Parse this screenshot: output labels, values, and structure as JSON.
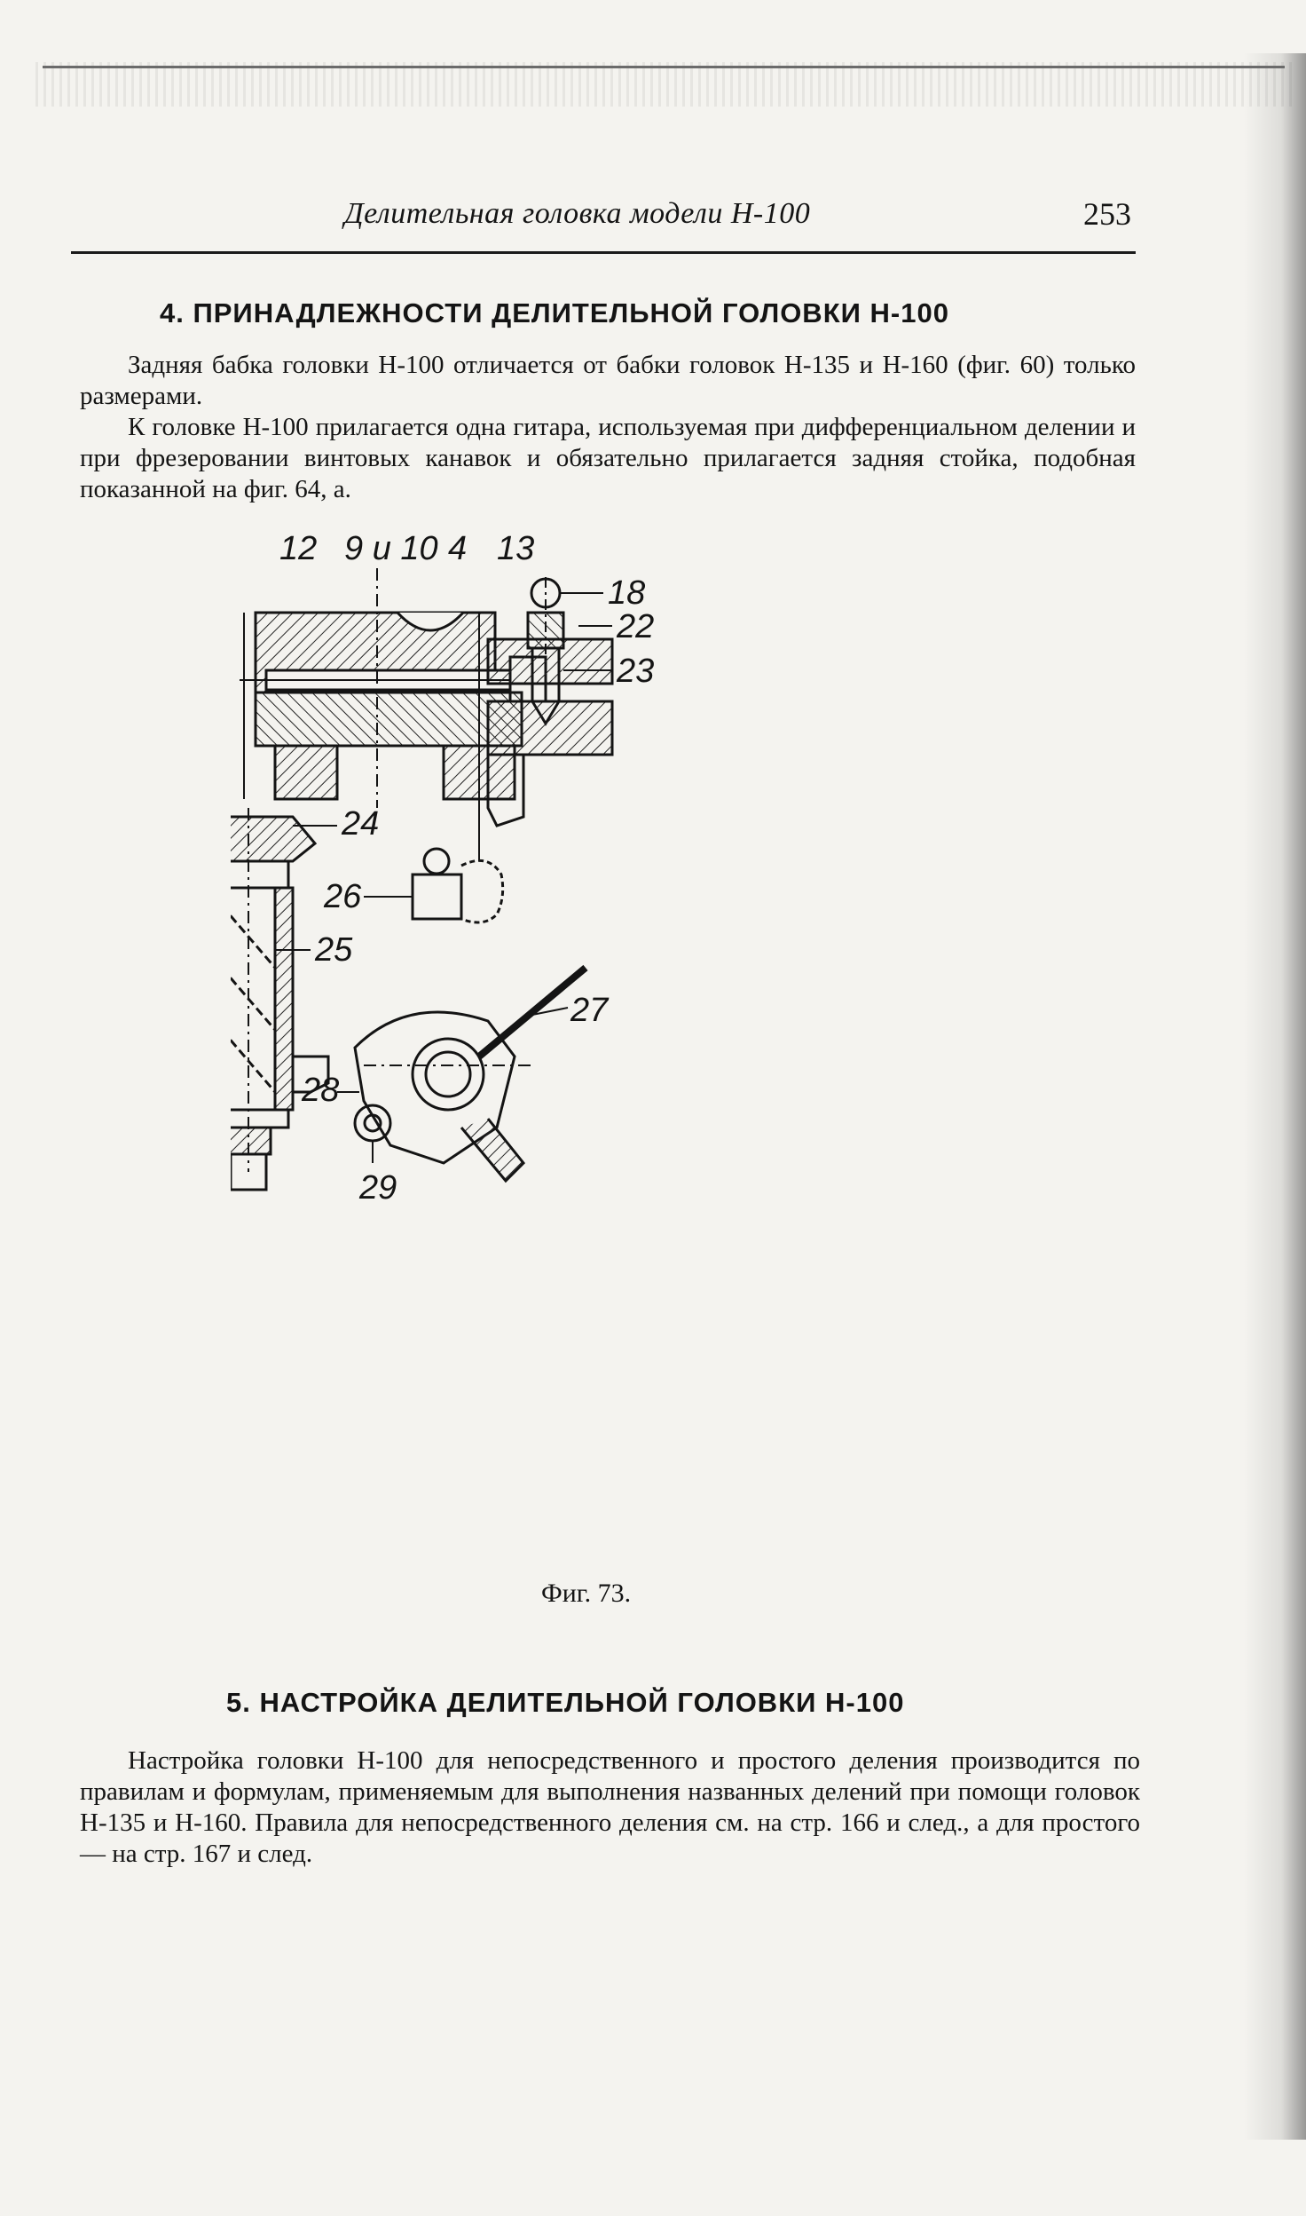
{
  "header": {
    "running_title": "Делительная головка модели Н-100",
    "page_number": "253"
  },
  "section4": {
    "heading": "4. ПРИНАДЛЕЖНОСТИ ДЕЛИТЕЛЬНОЙ ГОЛОВКИ Н-100",
    "p1": "Задняя бабка головки Н-100 отличается от бабки головок Н-135 и Н-160 (фиг. 60) только размерами.",
    "p2": "К головке Н-100 прилагается одна гитара, используемая при дифференциальном делении и при фрезеровании винтовых канавок и обязательно прилагается задняя стойка, подобная показанной на фиг. 64, а."
  },
  "figure": {
    "labels": [
      "12",
      "9 и 10",
      "4",
      "13",
      "18",
      "22",
      "23",
      "24",
      "26",
      "25",
      "27",
      "28",
      "29"
    ],
    "caption": "Фиг. 73."
  },
  "section5": {
    "heading": "5. НАСТРОЙКА ДЕЛИТЕЛЬНОЙ ГОЛОВКИ Н-100",
    "p1": "Настройка головки Н-100 для непосредственного и простого деления производится по правилам и формулам, применяемым для выполнения названных делений при помощи головок Н-135 и Н-160. Правила для непосредственного деления см. на стр. 166 и след., а для простого — на стр. 167 и след."
  }
}
